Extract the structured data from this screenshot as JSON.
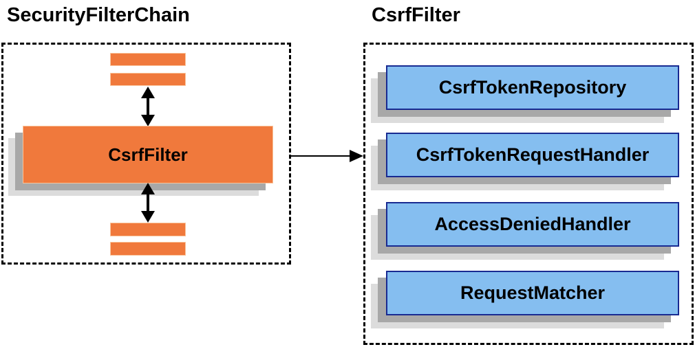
{
  "left_panel": {
    "title": "SecurityFilterChain",
    "filter_box_label": "CsrfFilter"
  },
  "right_panel": {
    "title": "CsrfFilter",
    "components": [
      {
        "label": "CsrfTokenRepository"
      },
      {
        "label": "CsrfTokenRequestHandler"
      },
      {
        "label": "AccessDeniedHandler"
      },
      {
        "label": "RequestMatcher"
      }
    ]
  },
  "icons": {
    "top_connector": "double-headed-vertical-arrow",
    "bottom_connector": "double-headed-vertical-arrow",
    "panel_connector": "right-arrow"
  },
  "colors": {
    "orange_fill": "#F0793C",
    "orange_border": "#F9C49B",
    "blue_fill": "#85BEF0",
    "blue_border": "#182A91",
    "shadow_dark": "#A8A8A8",
    "shadow_light": "#DCDCDC",
    "line_color": "#000000",
    "background": "#FFFFFF"
  }
}
